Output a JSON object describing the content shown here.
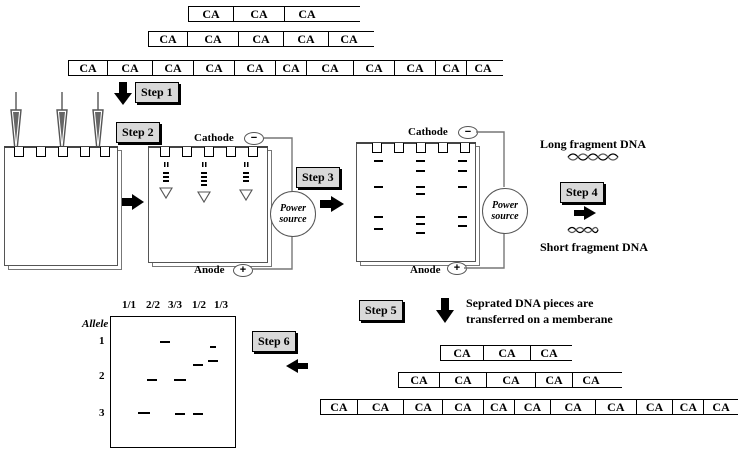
{
  "repeat_unit": "CA",
  "strip_small_count": 3,
  "strip_medium_count": 5,
  "strip_long_count": 11,
  "steps": {
    "s1": "Step 1",
    "s2": "Step 2",
    "s3": "Step 3",
    "s4": "Step 4",
    "s5": "Step 5",
    "s6": "Step 6"
  },
  "gel": {
    "cathode": "Cathode",
    "anode": "Anode",
    "plus": "+",
    "minus": "−",
    "power_line1": "Power",
    "power_line2": "source"
  },
  "fragments": {
    "long": "Long fragment DNA",
    "short": "Short fragment DNA"
  },
  "transfer_text_1": "Seprated DNA pieces are",
  "transfer_text_2": "transferred on a memberane",
  "genotype": {
    "columns": [
      "1/1",
      "2/2",
      "3/3",
      "1/2",
      "1/3"
    ],
    "allele_title": "Allele",
    "alleles": [
      "1",
      "2",
      "3"
    ]
  }
}
